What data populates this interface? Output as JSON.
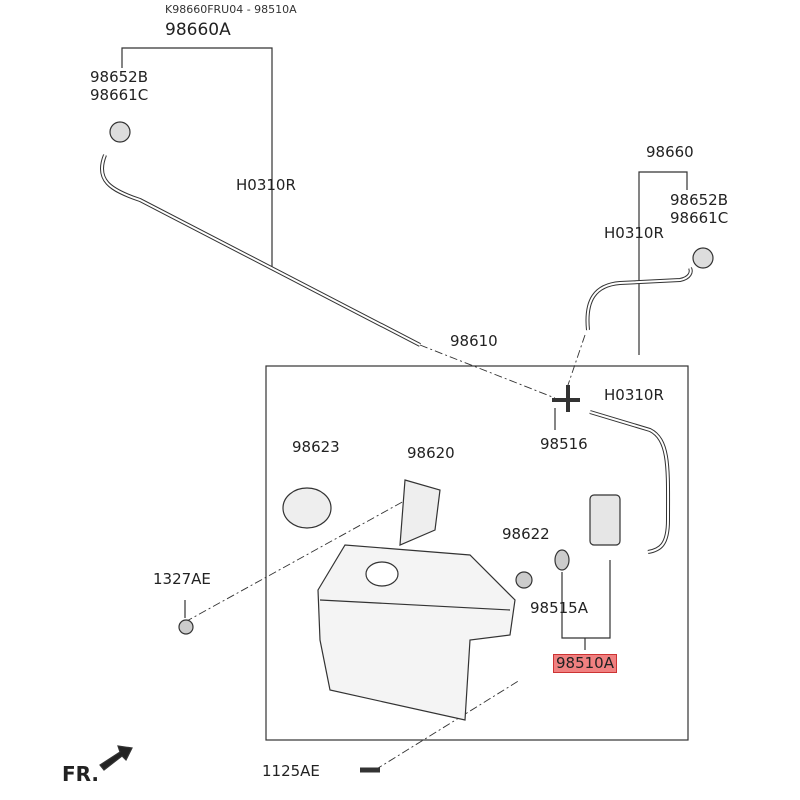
{
  "header": {
    "code": "K98660FRU04 - 98510A",
    "top_part": "98660A"
  },
  "labels": {
    "l98652B_left": "98652B",
    "l98661C_left": "98661C",
    "h0310r_left": "H0310R",
    "l98660": "98660",
    "l98652B_right": "98652B",
    "l98661C_right": "98661C",
    "h0310r_mid": "H0310R",
    "l98610": "98610",
    "h0310r_right": "H0310R",
    "l98516": "98516",
    "l98623": "98623",
    "l98620": "98620",
    "l98622": "98622",
    "l98515A": "98515A",
    "l98510A": "98510A",
    "l1327AE": "1327AE",
    "l1125AE": "1125AE",
    "fr": "FR."
  },
  "colors": {
    "highlight": "#f08080",
    "line": "#333333"
  }
}
